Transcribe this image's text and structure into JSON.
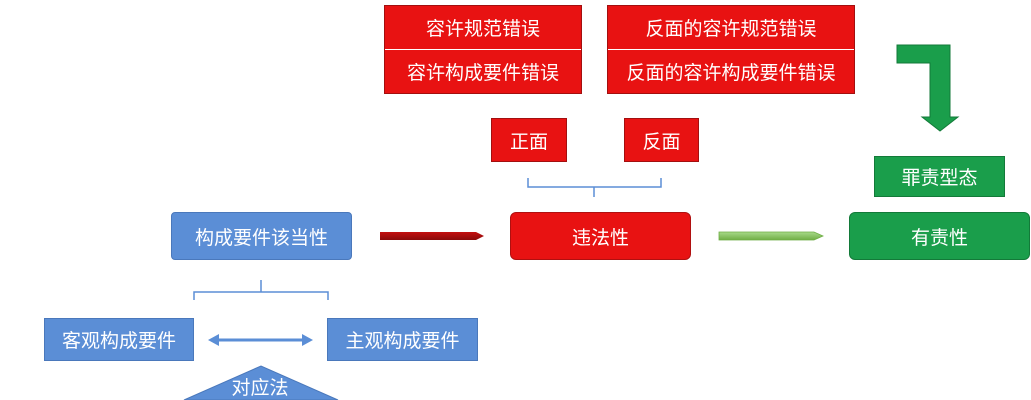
{
  "norm_error": {
    "allow_norm_error": "容许规范错误",
    "allow_element_error": "容许构成要件错误",
    "reverse_allow_norm_error": "反面的容许规范错误",
    "reverse_allow_element_error": "反面的容许构成要件错误"
  },
  "sides": {
    "front": "正面",
    "reverse": "反面"
  },
  "main": {
    "element_conformity": "构成要件该当性",
    "illegality": "违法性",
    "culpability": "有责性",
    "culpability_form": "罪责型态"
  },
  "elements": {
    "objective": "客观构成要件",
    "subjective": "主观构成要件",
    "correspondence": "对应法"
  },
  "colors": {
    "red": "#e81212",
    "blue": "#5b8ed6",
    "green": "#1a9e4b",
    "light_green": "#8fca5a",
    "bracket": "#5b8ed6"
  }
}
